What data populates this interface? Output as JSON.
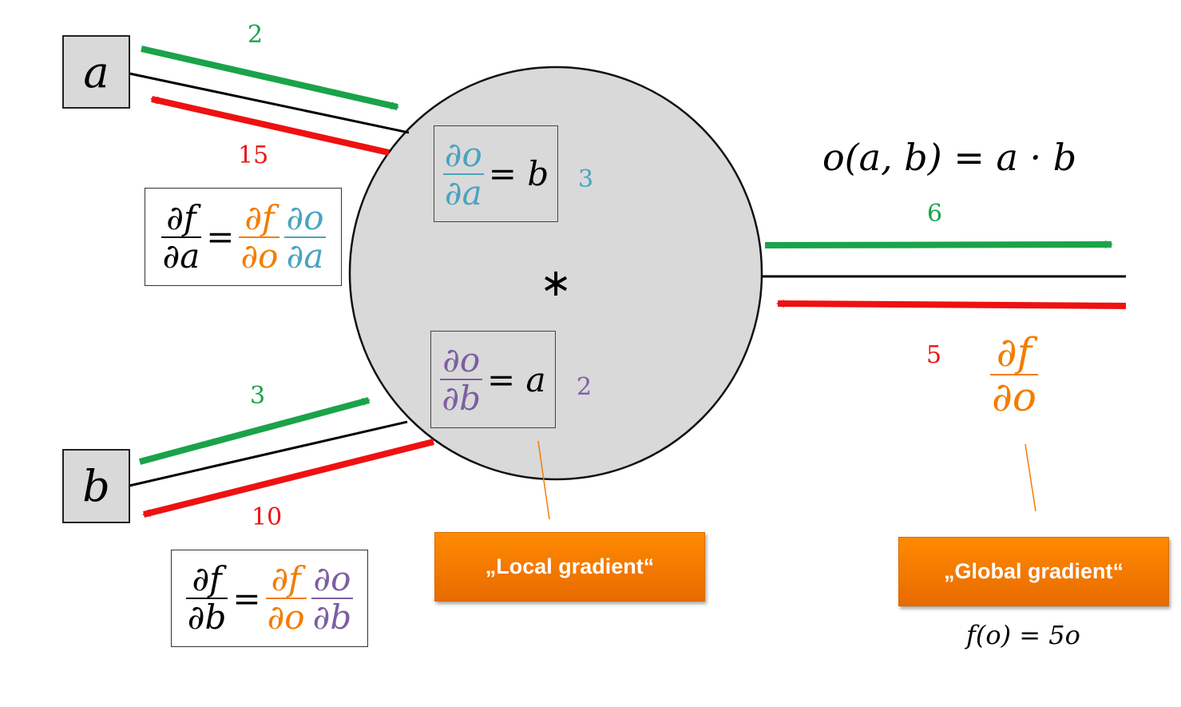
{
  "inputs": {
    "a": "a",
    "b": "b"
  },
  "node": {
    "operator": "∗",
    "equation": "o(a, b) = a · b",
    "local_a": {
      "num": "∂o",
      "den": "∂a",
      "rhs": "= b",
      "value": "3"
    },
    "local_b": {
      "num": "∂o",
      "den": "∂b",
      "rhs": "= a",
      "value": "2"
    }
  },
  "forward": {
    "a_value": "2",
    "b_value": "3",
    "out_value": "6"
  },
  "backward": {
    "a_grad": "15",
    "b_grad": "10",
    "out_grad": "5"
  },
  "chain_a": {
    "lhs_num": "∂f",
    "lhs_den": "∂a",
    "eq": "=",
    "g_num": "∂f",
    "g_den": "∂o",
    "l_num": "∂o",
    "l_den": "∂a"
  },
  "chain_b": {
    "lhs_num": "∂f",
    "lhs_den": "∂b",
    "eq": "=",
    "g_num": "∂f",
    "g_den": "∂o",
    "l_num": "∂o",
    "l_den": "∂b"
  },
  "global": {
    "num": "∂f",
    "den": "∂o",
    "function": "f(o) = 5o"
  },
  "labels": {
    "local": "„Local gradient“",
    "global": "„Global gradient“"
  },
  "colors": {
    "forward": "#1aa34a",
    "backward": "#ee1111",
    "global": "#f47c00",
    "local_a": "#4aa3c0",
    "local_b": "#7d5ea3",
    "node_fill": "#d9d9d9"
  }
}
